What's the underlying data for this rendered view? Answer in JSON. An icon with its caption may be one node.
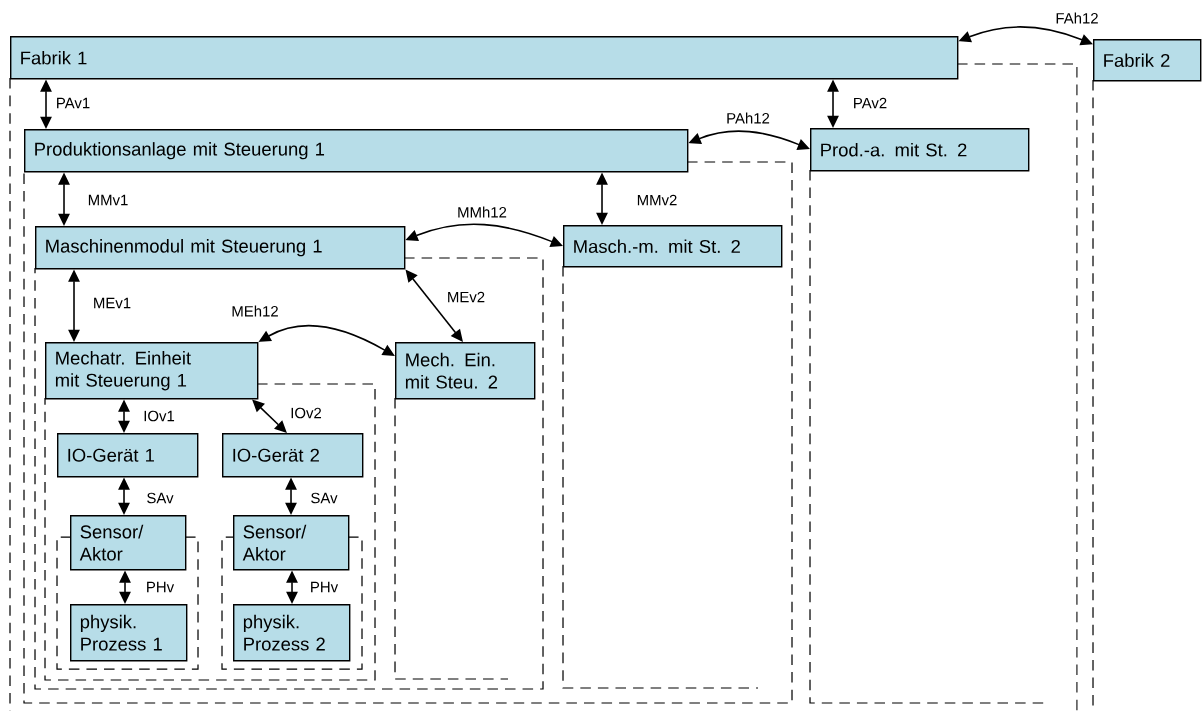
{
  "diagram": {
    "nodes": [
      {
        "text": [
          "Fabrik 1"
        ]
      },
      {
        "text": [
          "Fabrik 2"
        ]
      },
      {
        "text": [
          "Produktionsanlage mit Steuerung 1"
        ]
      },
      {
        "text": [
          "Prod.-a. mit St. 2"
        ]
      },
      {
        "text": [
          "Maschinenmodul mit Steuerung 1"
        ]
      },
      {
        "text": [
          "Masch.-m. mit St. 2"
        ]
      },
      {
        "text": [
          "Mechatr. Einheit mit Steuerung 1"
        ]
      },
      {
        "text": [
          "Mech. Ein. mit Steu. 2"
        ]
      },
      {
        "text": [
          "IO-Gerät 1"
        ]
      },
      {
        "text": [
          "IO-Gerät 2"
        ]
      },
      {
        "text": [
          "Sensor/ Aktor"
        ]
      },
      {
        "text": [
          "Sensor/ Aktor"
        ]
      },
      {
        "text": [
          "physik. Prozess 1"
        ]
      },
      {
        "text": [
          "physik. Prozess 2"
        ]
      }
    ],
    "edges": [
      {
        "from": 0,
        "to": 1,
        "arrow": "both",
        "label": "FAh12"
      },
      {
        "from": 0,
        "to": 2,
        "arrow": "both",
        "label": "PAv1"
      },
      {
        "from": 0,
        "to": 3,
        "arrow": "both",
        "label": "PAv2"
      },
      {
        "from": 2,
        "to": 3,
        "arrow": "both",
        "label": "PAh12"
      },
      {
        "from": 2,
        "to": 4,
        "arrow": "both",
        "label": "MMv1"
      },
      {
        "from": 2,
        "to": 5,
        "arrow": "both",
        "label": "MMv2"
      },
      {
        "from": 4,
        "to": 5,
        "arrow": "both",
        "label": "MMh12"
      },
      {
        "from": 4,
        "to": 6,
        "arrow": "both",
        "label": "MEv1"
      },
      {
        "from": 4,
        "to": 7,
        "arrow": "both",
        "label": "MEv2"
      },
      {
        "from": 6,
        "to": 7,
        "arrow": "both",
        "label": "MEh12"
      },
      {
        "from": 6,
        "to": 8,
        "arrow": "both",
        "label": "IOv1"
      },
      {
        "from": 6,
        "to": 9,
        "arrow": "both",
        "label": "IOv2"
      },
      {
        "from": 8,
        "to": 10,
        "arrow": "both",
        "label": "SAv"
      },
      {
        "from": 9,
        "to": 11,
        "arrow": "both",
        "label": "SAv"
      },
      {
        "from": 10,
        "to": 12,
        "arrow": "both",
        "label": "PHv"
      },
      {
        "from": 11,
        "to": 13,
        "arrow": "both",
        "label": "PHv"
      }
    ]
  }
}
